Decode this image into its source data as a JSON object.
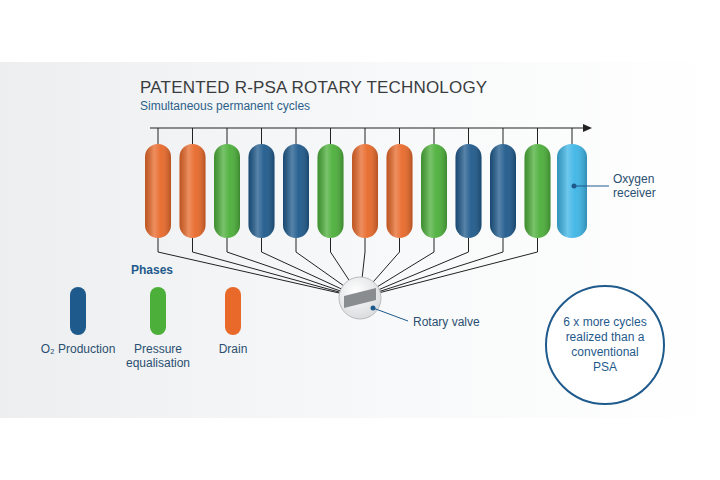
{
  "diagram": {
    "title": "PATENTED R-PSA ROTARY TECHNOLOGY",
    "nodes": [
      {
        "text": [
          "6 x more cycles realized than a conventional PSA"
        ]
      }
    ],
    "edges": [],
    "labels": [
      "Simultaneous permanent cycles",
      "Oxygen receiver",
      "Rotary valve",
      "Phases"
    ],
    "legend": [
      {
        "text": "O₂ Production",
        "color": "#1f5a8c"
      },
      {
        "text": "Pressure equalisation",
        "color": "#4caf3a"
      },
      {
        "text": "Drain",
        "color": "#e8692a"
      }
    ]
  }
}
